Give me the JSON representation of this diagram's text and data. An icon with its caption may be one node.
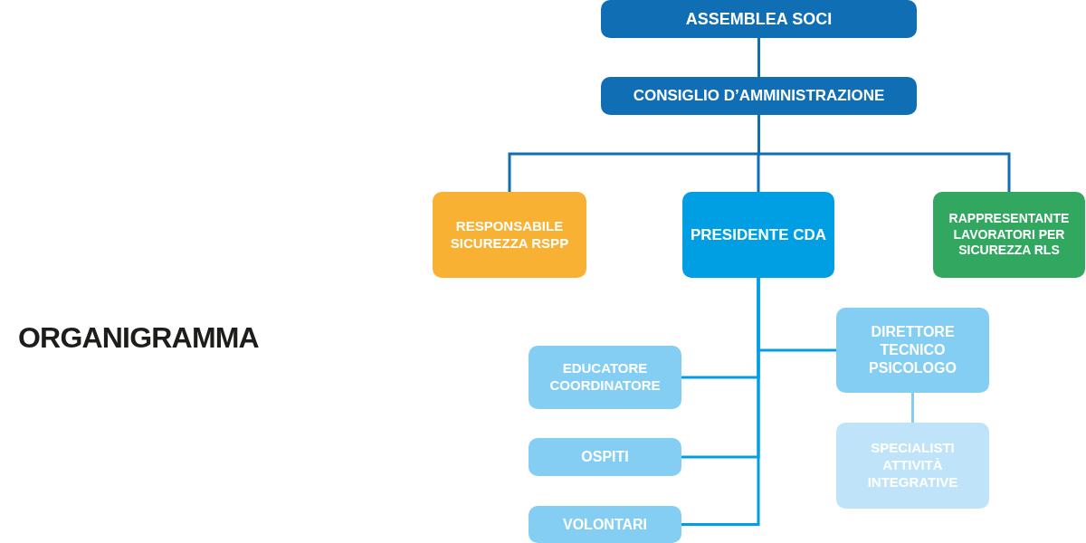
{
  "diagram": {
    "title": "ORGANIGRAMMA",
    "nodes": [
      {
        "text": [
          "ASSEMBLEA SOCI"
        ]
      },
      {
        "text": [
          "CONSIGLIO D’AMMINISTRAZIONE"
        ]
      },
      {
        "text": [
          "RESPONSABILE SICUREZZA RSPP"
        ]
      },
      {
        "text": [
          "PRESIDENTE CDA"
        ]
      },
      {
        "text": [
          "RAPPRESENTANTE LAVORATORI PER SICUREZZA RLS"
        ]
      },
      {
        "text": [
          "DIRETTORE TECNICO PSICOLOGO"
        ]
      },
      {
        "text": [
          "EDUCATORE COORDINATORE"
        ]
      },
      {
        "text": [
          "OSPITI"
        ]
      },
      {
        "text": [
          "VOLONTARI"
        ]
      },
      {
        "text": [
          "SPECIALISTI ATTIVITÀ INTEGRATIVE"
        ]
      }
    ],
    "edges": [
      {
        "from": 0,
        "to": 1,
        "arrow": "none",
        "color": "#106eb5"
      },
      {
        "from": 1,
        "to": 2,
        "arrow": "none",
        "color": "#106eb5"
      },
      {
        "from": 1,
        "to": 3,
        "arrow": "none",
        "color": "#106eb5"
      },
      {
        "from": 1,
        "to": 4,
        "arrow": "none",
        "color": "#106eb5"
      },
      {
        "from": 3,
        "to": 5,
        "arrow": "none",
        "color": "#009fe3"
      },
      {
        "from": 3,
        "to": 6,
        "arrow": "none",
        "color": "#009fe3"
      },
      {
        "from": 3,
        "to": 7,
        "arrow": "none",
        "color": "#009fe3"
      },
      {
        "from": 3,
        "to": 8,
        "arrow": "none",
        "color": "#009fe3"
      },
      {
        "from": 5,
        "to": 9,
        "arrow": "none",
        "color": "#84cef4"
      }
    ]
  }
}
